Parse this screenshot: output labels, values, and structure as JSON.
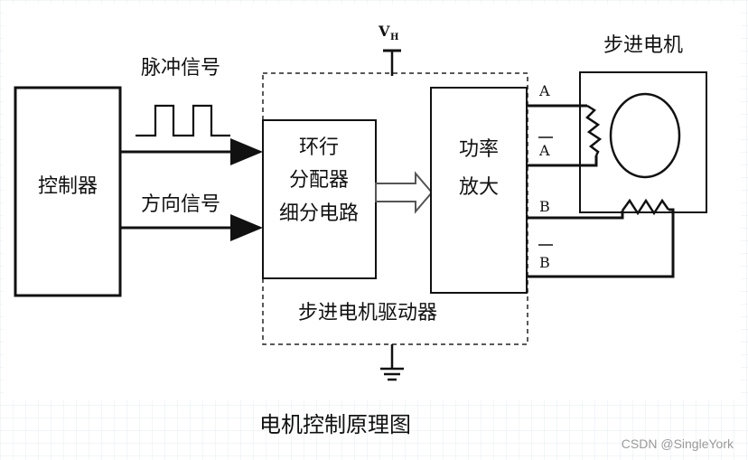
{
  "diagram": {
    "caption": "电机控制原理图",
    "controller_label": "控制器",
    "pulse_signal_label": "脉冲信号",
    "direction_signal_label": "方向信号",
    "ring_distributor_lines": [
      "环行",
      "分配器",
      "细分电路"
    ],
    "power_amp_lines": [
      "功率",
      "放大"
    ],
    "driver_label": "步进电机驱动器",
    "motor_label": "步进电机",
    "vcc_label": "V",
    "vcc_sub": "H",
    "phase_a": "A",
    "phase_a_bar": "A",
    "phase_b": "B",
    "phase_b_bar": "B"
  },
  "watermark": "CSDN @SingleYork"
}
